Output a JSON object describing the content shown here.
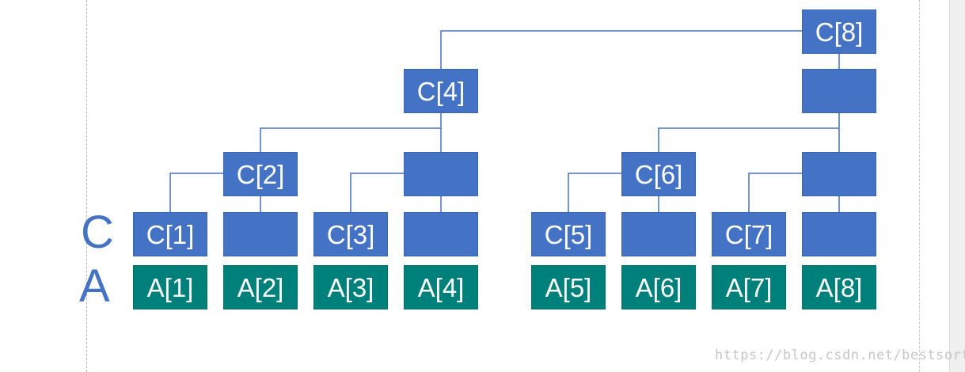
{
  "row_labels": {
    "c": "C",
    "a": "A"
  },
  "c_nodes": {
    "c1": "C[1]",
    "c2": "C[2]",
    "c3": "C[3]",
    "c4": "C[4]",
    "c5": "C[5]",
    "c6": "C[6]",
    "c7": "C[7]",
    "c8": "C[8]"
  },
  "a_nodes": {
    "a1": "A[1]",
    "a2": "A[2]",
    "a3": "A[3]",
    "a4": "A[4]",
    "a5": "A[5]",
    "a6": "A[6]",
    "a7": "A[7]",
    "a8": "A[8]"
  },
  "watermark": "https://blog.csdn.net/bestsort",
  "colors": {
    "c_node_fill": "#4472c4",
    "a_node_fill": "#00807a",
    "label_text": "#4472c4",
    "node_text": "#ffffff",
    "connector": "#4472c4"
  }
}
